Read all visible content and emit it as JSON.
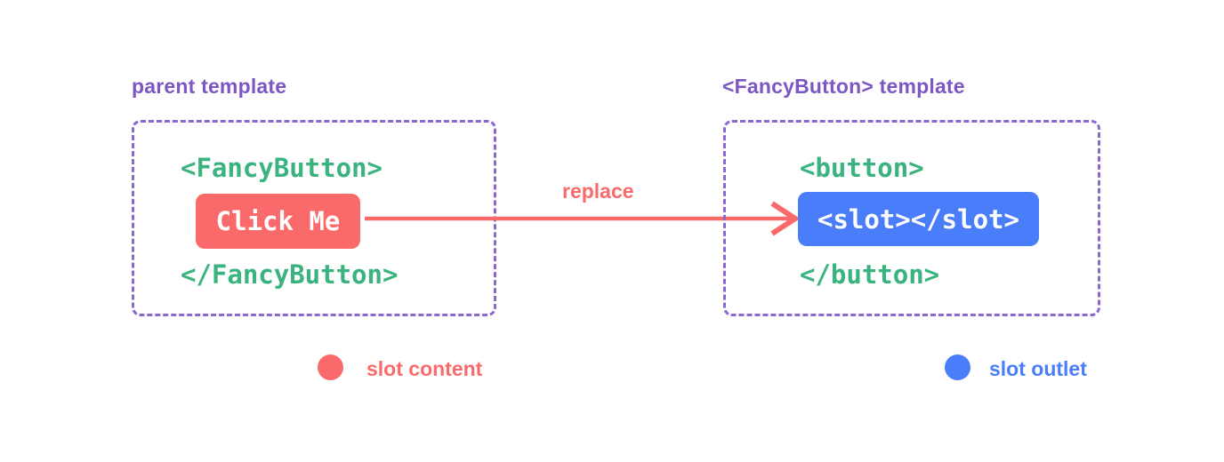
{
  "colors": {
    "red": "#fb6a6a",
    "blue": "#4a7dfa",
    "green": "#3bb37f",
    "purple": "#7d56c5",
    "border_purple": "#8a68d0",
    "white": "#ffffff"
  },
  "left_panel": {
    "label": "parent template",
    "code_open": "<FancyButton>",
    "button_text": "Click Me",
    "code_close": "</FancyButton>"
  },
  "arrow": {
    "label": "replace"
  },
  "right_panel": {
    "label": "<FancyButton> template",
    "code_open": "<button>",
    "slot_text": "<slot></slot>",
    "code_close": "</button>"
  },
  "legend": {
    "slot_content": {
      "label": "slot content",
      "marker": "red-circle"
    },
    "slot_outlet": {
      "label": "slot outlet",
      "marker": "blue-circle"
    }
  }
}
